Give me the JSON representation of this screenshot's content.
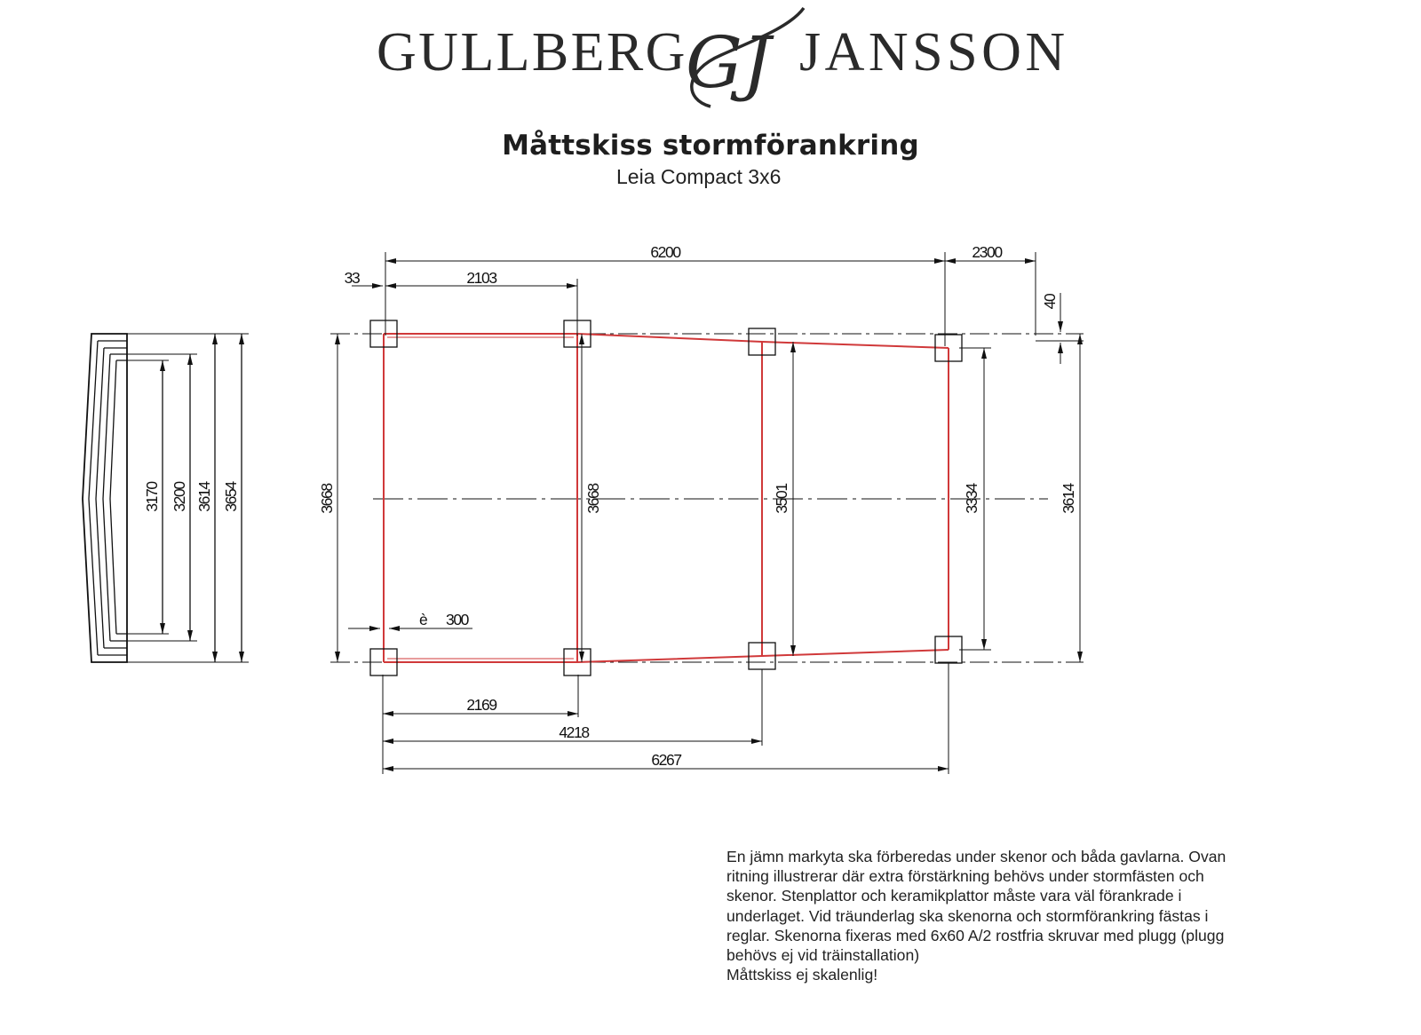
{
  "logo": {
    "left_word": "GULLBERG",
    "right_word": "JANSSON",
    "monogram": "GJ"
  },
  "title": "Måttskiss stormförankring",
  "subtitle": "Leia Compact 3x6",
  "side_view": {
    "dimensions": [
      "3170",
      "3200",
      "3614",
      "3654"
    ]
  },
  "plan_view": {
    "top_dimensions": {
      "overall": "6200",
      "overhang": "2300",
      "offset": "33",
      "first_bay": "2103",
      "height_offset": "40"
    },
    "vertical_dimensions": {
      "post1": "3668",
      "post2": "3668",
      "post3": "3501",
      "post4": "3334",
      "outer": "3614"
    },
    "bottom_dimensions": {
      "d1": "2169",
      "d2": "4218",
      "d3": "6267"
    },
    "anchor_note": {
      "symbol": "è",
      "value": "300"
    },
    "reinforcement_color": "#d0393a"
  },
  "note": {
    "lines": [
      "En jämn markyta ska förberedas under skenor och båda gavlarna. Ovan",
      "ritning illustrerar där extra förstärkning behövs under stormfästen och",
      "skenor. Stenplattor och keramikplattor måste vara väl förankrade i",
      "underlaget. Vid träunderlag ska skenorna och stormförankring fästas i",
      "reglar. Skenorna fixeras med 6x60 A/2 rostfria skruvar med plugg (plugg",
      "behövs ej vid träinstallation)",
      "Måttskiss ej skalenlig!"
    ]
  }
}
